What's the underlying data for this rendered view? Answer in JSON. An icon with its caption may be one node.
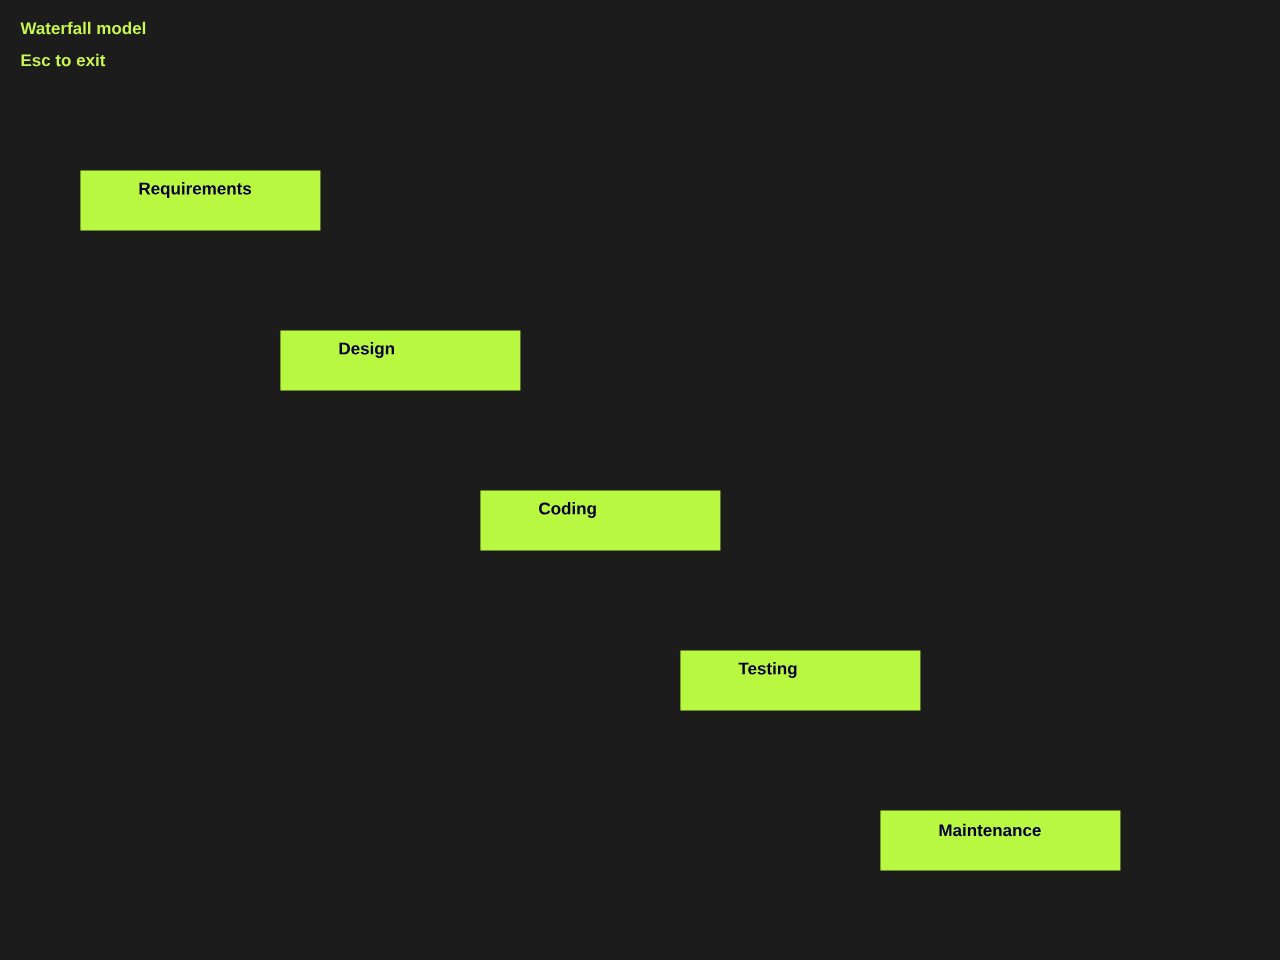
{
  "diagram": {
    "title": "Waterfall model",
    "nodes": [
      {
        "text": [
          "Requirements"
        ]
      },
      {
        "text": [
          "Design"
        ]
      },
      {
        "text": [
          "Coding"
        ]
      },
      {
        "text": [
          "Testing"
        ]
      },
      {
        "text": [
          "Maintenance"
        ]
      }
    ],
    "labels": [
      "Esc to exit"
    ]
  }
}
